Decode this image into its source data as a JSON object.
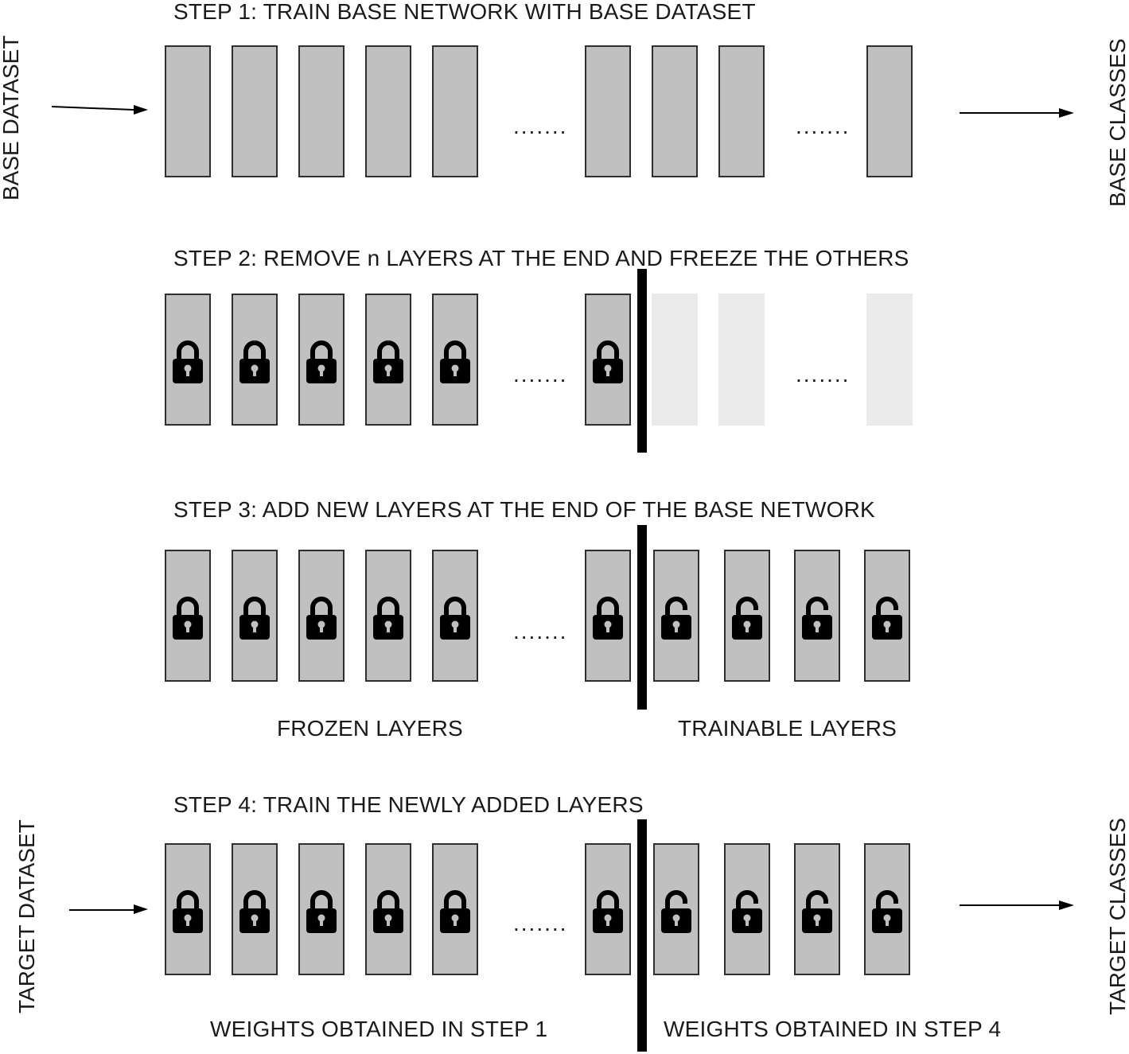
{
  "labels": {
    "base_dataset": "BASE DATASET",
    "base_classes": "BASE CLASSES",
    "target_dataset": "TARGET DATASET",
    "target_classes": "TARGET CLASSES",
    "frozen_layers": "FROZEN LAYERS",
    "trainable_layers": "TRAINABLE LAYERS",
    "weights_step1": "WEIGHTS OBTAINED IN STEP 1",
    "weights_step4": "WEIGHTS OBTAINED IN STEP 4",
    "ellipsis": "......."
  },
  "steps": [
    {
      "title": "STEP 1: TRAIN BASE NETWORK WITH BASE DATASET",
      "layers": [
        "plain",
        "plain",
        "plain",
        "plain",
        "plain",
        "plain",
        "plain",
        "plain",
        "plain"
      ]
    },
    {
      "title": "STEP 2: REMOVE n LAYERS AT THE END AND FREEZE THE OTHERS",
      "layers": [
        "locked",
        "locked",
        "locked",
        "locked",
        "locked",
        "locked",
        "removed",
        "removed",
        "removed"
      ]
    },
    {
      "title": "STEP 3: ADD NEW LAYERS AT THE END OF THE BASE NETWORK",
      "layers": [
        "locked",
        "locked",
        "locked",
        "locked",
        "locked",
        "locked",
        "unlocked",
        "unlocked",
        "unlocked",
        "unlocked"
      ]
    },
    {
      "title": "STEP 4: TRAIN THE NEWLY ADDED LAYERS",
      "layers": [
        "locked",
        "locked",
        "locked",
        "locked",
        "locked",
        "locked",
        "unlocked",
        "unlocked",
        "unlocked",
        "unlocked"
      ]
    }
  ],
  "icons": {
    "locked": "lock-closed-icon",
    "unlocked": "lock-open-icon"
  },
  "colors": {
    "layer_fill": "#c0c0c0",
    "removed_layer_fill": "#ebebeb",
    "divider": "#000000",
    "icon": "#000000"
  }
}
